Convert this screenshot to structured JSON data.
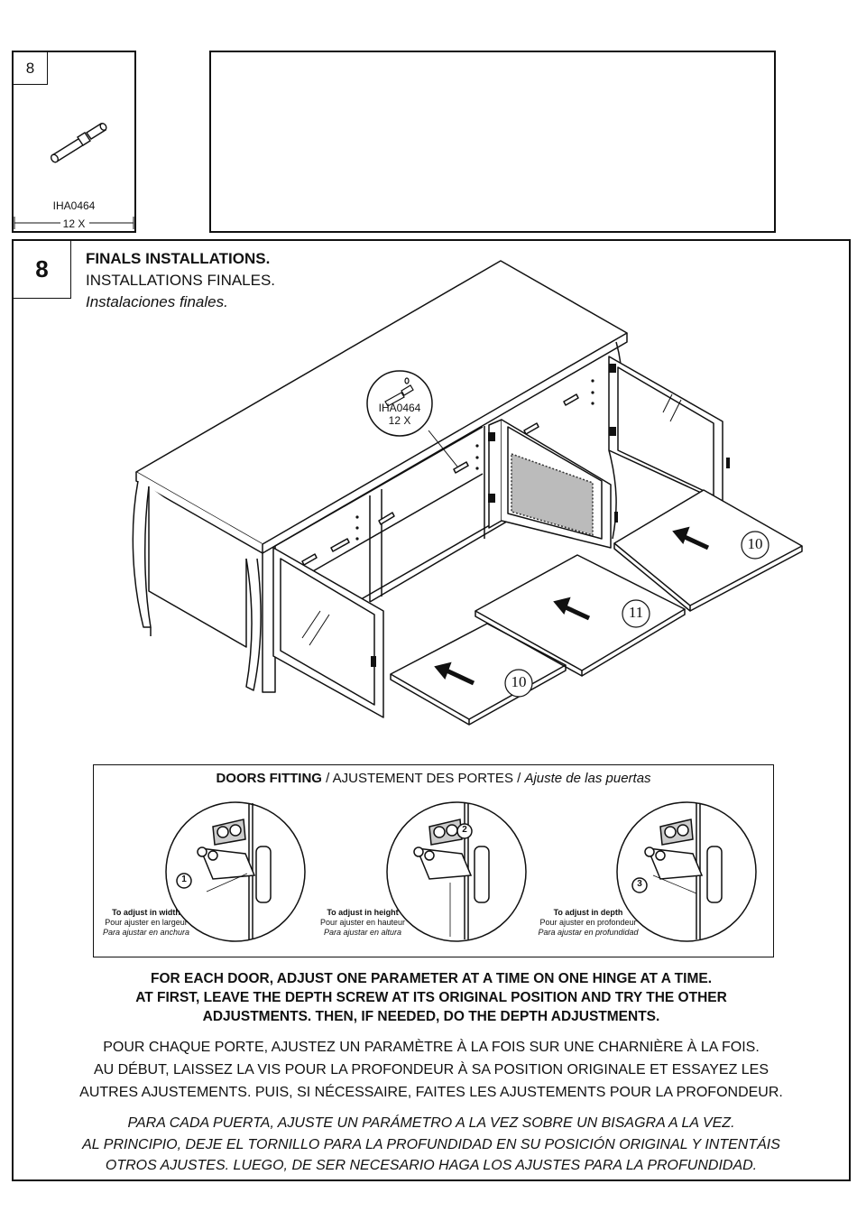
{
  "part_panel": {
    "step_number": "8",
    "part_code": "IHA0464",
    "quantity": "12 X"
  },
  "step": {
    "number": "8",
    "title_en": "FINALS INSTALLATIONS.",
    "title_fr": "INSTALLATIONS FINALES.",
    "title_es": "Instalaciones finales."
  },
  "callout": {
    "part_code": "IHA0464",
    "quantity": "12 X"
  },
  "panel_labels": [
    "10",
    "11",
    "10"
  ],
  "doors_fitting": {
    "title_bold": "DOORS FITTING",
    "title_rest": " / AJUSTEMENT DES PORTES / ",
    "title_italic": "Ajuste de las puertas",
    "adjustments": [
      {
        "number": "1",
        "en": "To adjust in width",
        "fr": "Pour ajuster en largeur",
        "es": "Para ajustar en anchura"
      },
      {
        "number": "2",
        "en": "To adjust in height",
        "fr": "Pour ajuster en hauteur",
        "es": "Para ajustar en altura"
      },
      {
        "number": "3",
        "en": "To adjust in depth",
        "fr": "Pour ajuster en profondeur",
        "es": "Para ajustar en profundidad"
      }
    ]
  },
  "instructions": {
    "en": [
      "FOR EACH DOOR, ADJUST ONE PARAMETER AT A TIME ON ONE HINGE AT A TIME.",
      "AT FIRST, LEAVE THE DEPTH SCREW AT ITS ORIGINAL POSITION AND TRY THE OTHER",
      "ADJUSTMENTS. THEN, IF NEEDED, DO THE DEPTH ADJUSTMENTS."
    ],
    "fr": [
      "POUR CHAQUE PORTE, AJUSTEZ UN PARAMÈTRE À LA FOIS SUR UNE CHARNIÈRE À LA FOIS.",
      "AU DÉBUT, LAISSEZ LA VIS POUR LA PROFONDEUR À SA POSITION ORIGINALE ET ESSAYEZ LES",
      "AUTRES AJUSTEMENTS. PUIS, SI NÉCESSAIRE, FAITES LES AJUSTEMENTS POUR LA PROFONDEUR."
    ],
    "es": [
      "PARA CADA PUERTA, AJUSTE UN PARÁMETRO A LA VEZ SOBRE UN BISAGRA A LA VEZ.",
      "AL PRINCIPIO, DEJE EL TORNILLO PARA LA PROFUNDIDAD EN SU POSICIÓN ORIGINAL Y INTENTÁIS",
      "OTROS AJUSTES. LUEGO, DE SER NECESARIO HAGA LOS AJUSTES PARA LA PROFUNDIDAD."
    ]
  }
}
